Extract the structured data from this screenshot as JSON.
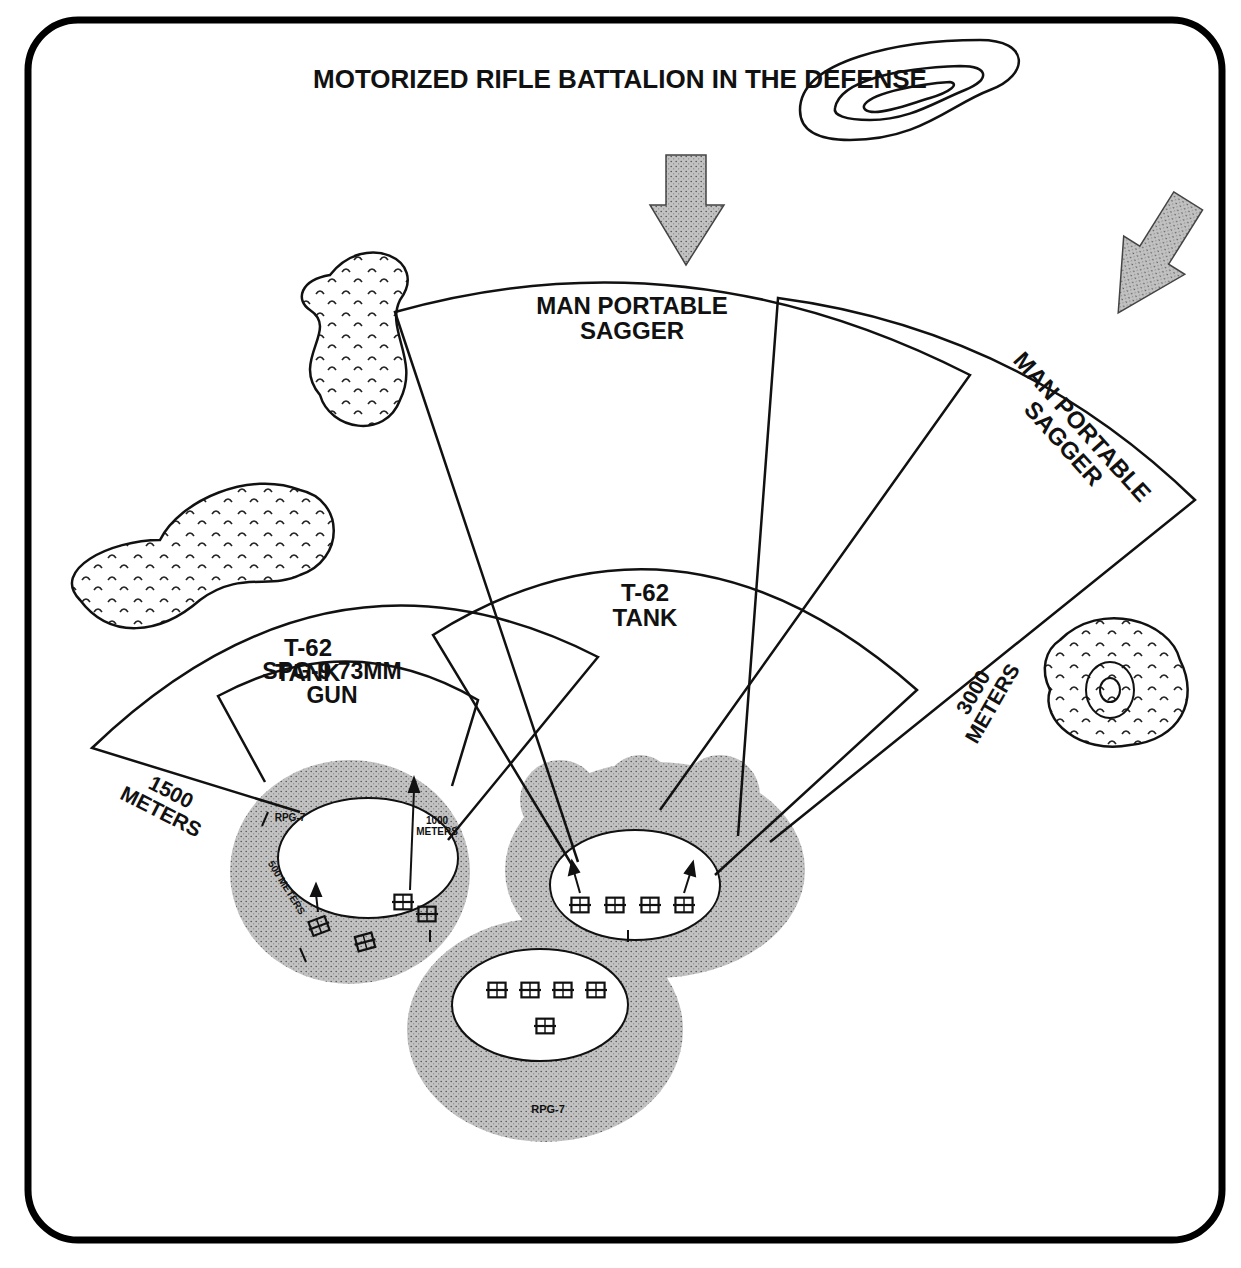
{
  "diagram": {
    "title": "MOTORIZED RIFLE BATTALION IN THE DEFENSE",
    "labels": [
      "MAN PORTABLE SAGGER",
      "MAN PORTABLE SAGGER",
      "T-62 TANK",
      "T-62 TANK",
      "SPG-9 73MM GUN",
      "1500 METERS",
      "3000 METERS",
      "1000 METERS",
      "RPG-7",
      "500 METERS",
      "RPG-7"
    ]
  }
}
